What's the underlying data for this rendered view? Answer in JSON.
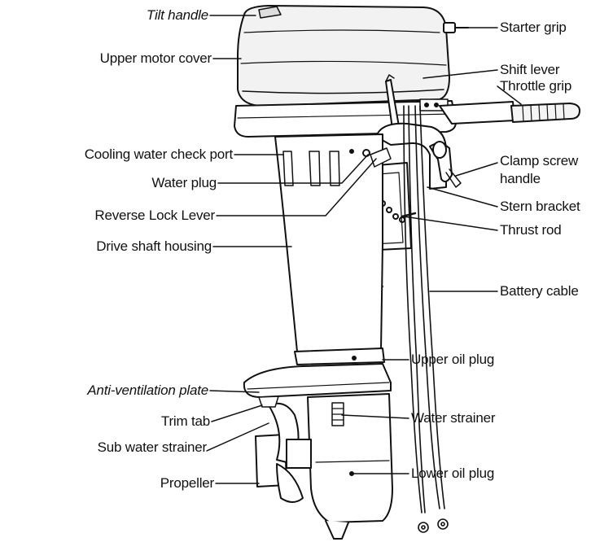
{
  "labels": {
    "tilt_handle": "Tilt handle",
    "upper_motor_cover": "Upper motor cover",
    "cooling_water_check_port": "Cooling water check port",
    "water_plug": "Water plug",
    "reverse_lock_lever": "Reverse Lock Lever",
    "drive_shaft_housing": "Drive shaft housing",
    "anti_ventilation_plate": "Anti-ventilation plate",
    "trim_tab": "Trim tab",
    "sub_water_strainer": "Sub water strainer",
    "propeller": "Propeller",
    "starter_grip": "Starter grip",
    "shift_lever": "Shift lever",
    "throttle_grip": "Throttle grip",
    "clamp_screw_handle_line1": "Clamp screw",
    "clamp_screw_handle_line2": "handle",
    "stern_bracket": "Stern bracket",
    "thrust_rod": "Thrust rod",
    "battery_cable": "Battery cable",
    "upper_oil_plug": "Upper oil plug",
    "water_strainer": "Water strainer",
    "lower_oil_plug": "Lower oil plug"
  },
  "colors": {
    "ink": "#111111",
    "cover_shade": "#e9e9e9",
    "background": "#ffffff"
  }
}
